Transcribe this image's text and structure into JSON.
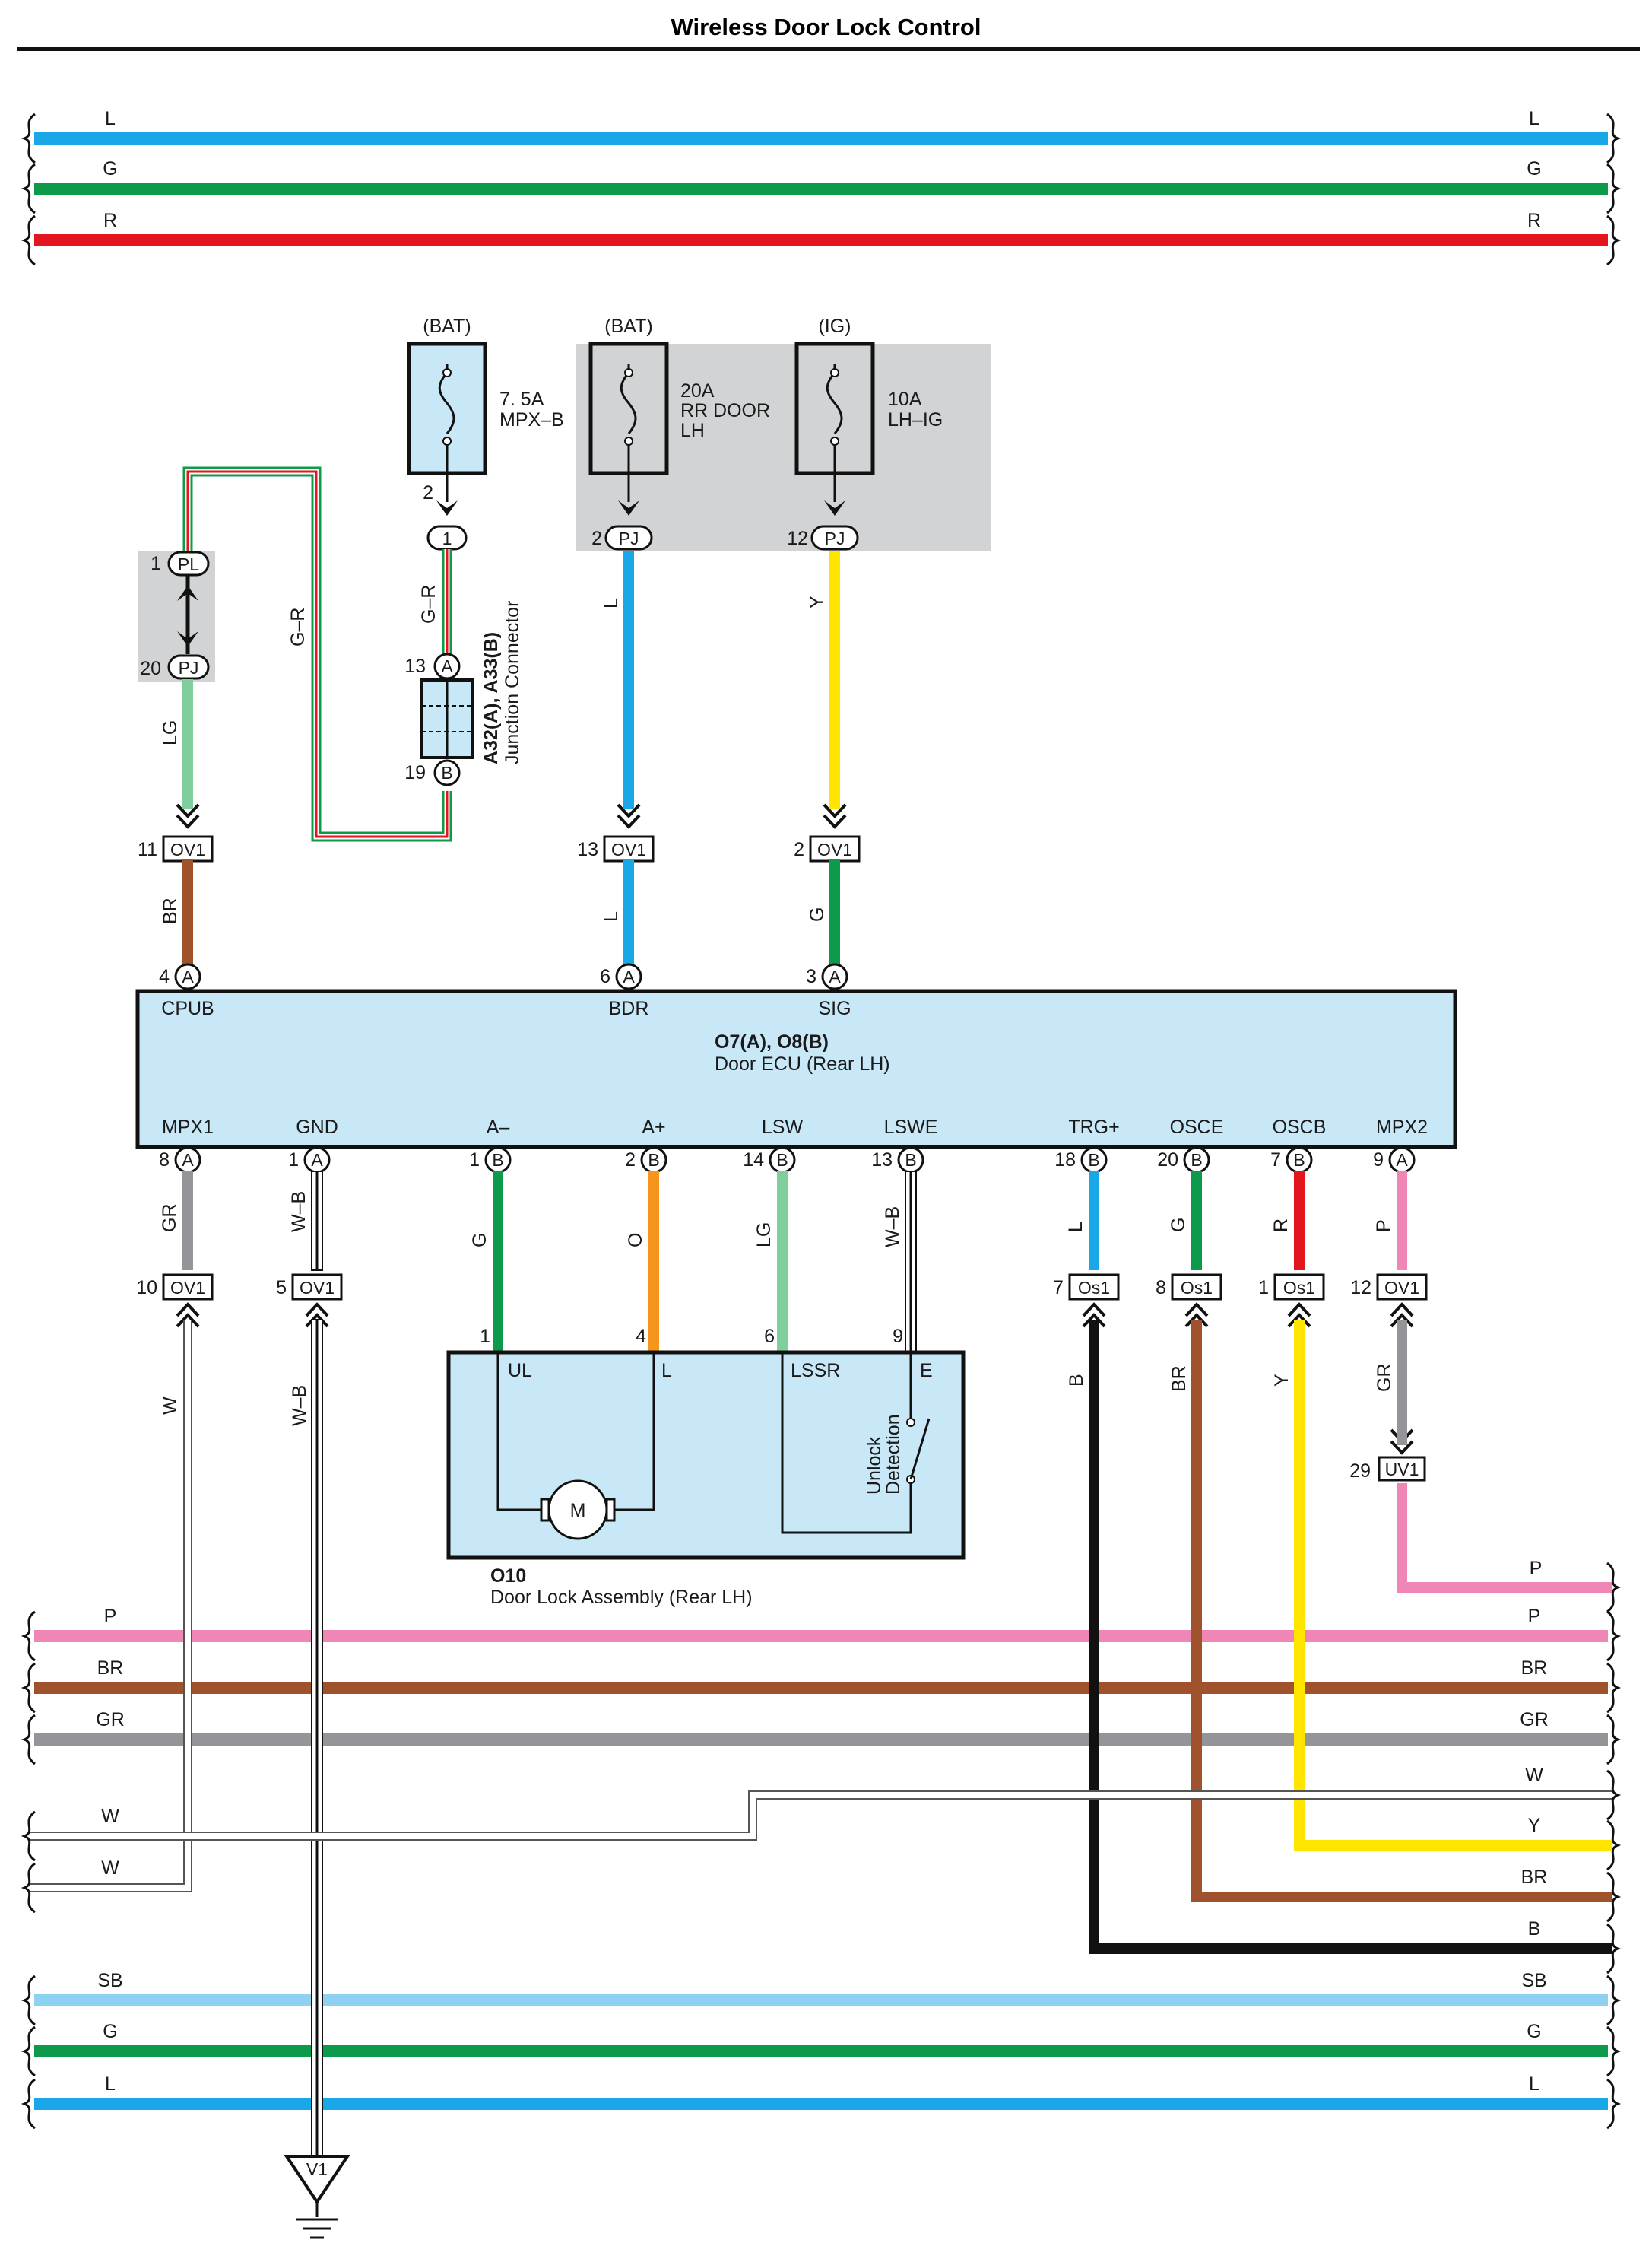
{
  "title": "Wireless Door Lock Control",
  "colors": {
    "L": "#1aa7e8",
    "G": "#0d9a4a",
    "R": "#e3161e",
    "Y": "#ffe400",
    "P": "#ef86b6",
    "BR": "#a0522d",
    "GR": "#939598",
    "LG": "#7fcf9c",
    "O": "#f7941d",
    "B": "#111111",
    "SB": "#8fd1f2",
    "W": "#ffffff",
    "ecu_fill": "#c8e8f8",
    "shade": "#d1d3d4"
  },
  "bus_top": [
    {
      "code": "L",
      "left_label": "L",
      "right_label": "L"
    },
    {
      "code": "G",
      "left_label": "G",
      "right_label": "G"
    },
    {
      "code": "R",
      "left_label": "R",
      "right_label": "R"
    }
  ],
  "bus_bottom": [
    {
      "code": "P",
      "left_label": "P",
      "right_label": "P"
    },
    {
      "code": "BR",
      "left_label": "BR",
      "right_label": "BR"
    },
    {
      "code": "GR",
      "left_label": "GR",
      "right_label": "GR"
    },
    {
      "code": "W",
      "left_label": "",
      "right_label": "W"
    },
    {
      "code": "W",
      "left_label": "W",
      "right_label": "Y"
    },
    {
      "code": "W",
      "left_label": "W",
      "right_label": "BR"
    },
    {
      "code": "B",
      "left_label": "",
      "right_label": "B"
    },
    {
      "code": "SB",
      "left_label": "SB",
      "right_label": "SB"
    },
    {
      "code": "G",
      "left_label": "G",
      "right_label": "G"
    },
    {
      "code": "L",
      "left_label": "L",
      "right_label": "L"
    }
  ],
  "right_extra_label": "P",
  "fuses": [
    {
      "source": "(BAT)",
      "rating": "7. 5A",
      "name1": "MPX–B",
      "name2": "",
      "pin": "2",
      "connector": "1"
    },
    {
      "source": "(BAT)",
      "rating": "20A",
      "name1": "RR DOOR",
      "name2": "LH",
      "pin": "2",
      "connector": "PJ"
    },
    {
      "source": "(IG)",
      "rating": "10A",
      "name1": "LH–IG",
      "name2": "",
      "pin": "12",
      "connector": "PJ"
    }
  ],
  "pl_connector": {
    "pin1": "1",
    "code1": "PL",
    "pin2": "20",
    "code2": "PJ"
  },
  "junction": {
    "pin_top": "13",
    "code_top": "A",
    "pin_bottom": "19",
    "code_bottom": "B",
    "id": "A32(A), A33(B)",
    "name": "Junction Connector"
  },
  "ecu": {
    "id": "O7(A), O8(B)",
    "name": "Door ECU (Rear LH)",
    "top_terminals": [
      {
        "name": "CPUB",
        "pin": "4",
        "conn": "A",
        "wire": "BR",
        "inline_pin": "11",
        "inline_code": "OV1",
        "upper_wire": "LG"
      },
      {
        "name": "BDR",
        "pin": "6",
        "conn": "A",
        "wire": "L",
        "inline_pin": "13",
        "inline_code": "OV1",
        "upper_wire": "L"
      },
      {
        "name": "SIG",
        "pin": "3",
        "conn": "A",
        "wire": "G",
        "inline_pin": "2",
        "inline_code": "OV1",
        "upper_wire": "Y"
      }
    ],
    "bottom_terminals": [
      {
        "name": "MPX1",
        "pin": "8",
        "conn": "A",
        "wire": "GR"
      },
      {
        "name": "GND",
        "pin": "1",
        "conn": "A",
        "wire": "W–B"
      },
      {
        "name": "A–",
        "pin": "1",
        "conn": "B",
        "wire": "G"
      },
      {
        "name": "A+",
        "pin": "2",
        "conn": "B",
        "wire": "O"
      },
      {
        "name": "LSW",
        "pin": "14",
        "conn": "B",
        "wire": "LG"
      },
      {
        "name": "LSWE",
        "pin": "13",
        "conn": "B",
        "wire": "W–B"
      },
      {
        "name": "TRG+",
        "pin": "18",
        "conn": "B",
        "wire": "L"
      },
      {
        "name": "OSCE",
        "pin": "20",
        "conn": "B",
        "wire": "G"
      },
      {
        "name": "OSCB",
        "pin": "7",
        "conn": "B",
        "wire": "R"
      },
      {
        "name": "MPX2",
        "pin": "9",
        "conn": "A",
        "wire": "P"
      }
    ]
  },
  "gr_wire_label": "G–R",
  "lower_connectors": [
    {
      "pin": "10",
      "code": "OV1",
      "wire_below": "W"
    },
    {
      "pin": "5",
      "code": "OV1",
      "wire_below": "W–B"
    },
    {
      "pin": "7",
      "code": "Os1",
      "wire_below": "B"
    },
    {
      "pin": "8",
      "code": "Os1",
      "wire_below": "BR"
    },
    {
      "pin": "1",
      "code": "Os1",
      "wire_below": "Y"
    },
    {
      "pin": "12",
      "code": "OV1",
      "wire_below": "GR"
    }
  ],
  "uv1": {
    "pin": "29",
    "code": "UV1"
  },
  "door_lock": {
    "id": "O10",
    "name": "Door Lock Assembly (Rear LH)",
    "pins": [
      {
        "pin": "1",
        "label": "UL"
      },
      {
        "pin": "4",
        "label": "L"
      },
      {
        "pin": "6",
        "label": "LSSR"
      },
      {
        "pin": "9",
        "label": "E"
      }
    ],
    "motor": "M",
    "switch_label_1": "Unlock",
    "switch_label_2": "Detection"
  },
  "ground": {
    "code": "V1"
  }
}
